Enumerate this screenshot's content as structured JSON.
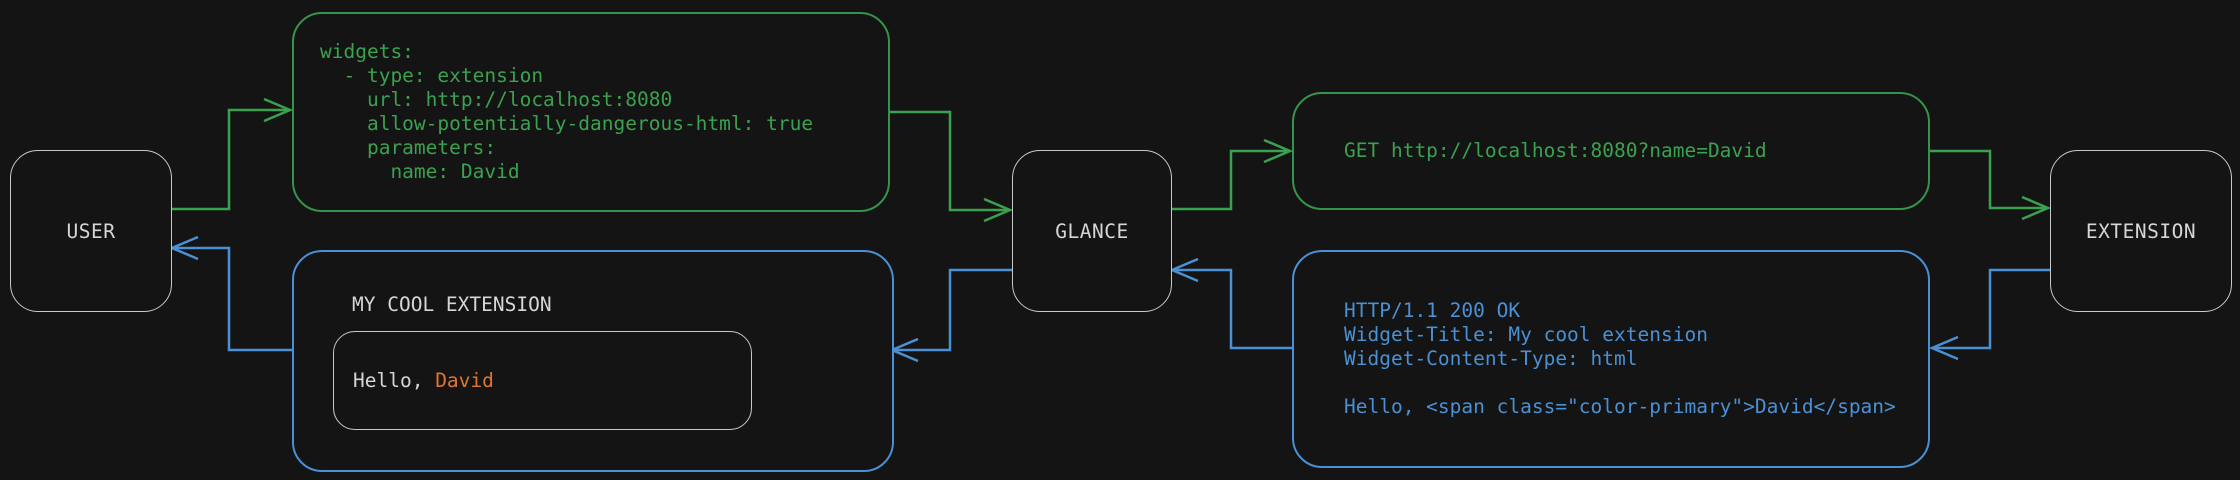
{
  "diagram": {
    "nodes": {
      "user": {
        "label": "USER"
      },
      "glance": {
        "label": "GLANCE"
      },
      "extension": {
        "label": "EXTENSION"
      }
    },
    "messages": {
      "config_yaml": {
        "lines": [
          "widgets:",
          "  - type: extension",
          "    url: http://localhost:8080",
          "    allow-potentially-dangerous-html: true",
          "    parameters:",
          "      name: David"
        ]
      },
      "request": {
        "text": "GET http://localhost:8080?name=David"
      },
      "response": {
        "lines": [
          "HTTP/1.1 200 OK",
          "Widget-Title: My cool extension",
          "Widget-Content-Type: html",
          "",
          "Hello, <span class=\"color-primary\">David</span>"
        ]
      },
      "preview": {
        "title": "MY COOL EXTENSION",
        "greeting_plain": "Hello, ",
        "greeting_name": "David"
      }
    },
    "colors": {
      "background": "#141414",
      "request_green": "#3aa24e",
      "response_blue": "#4a90d4",
      "accent_orange": "#e0762d",
      "node_border": "#c9c9c9",
      "text_light": "#d6d6d6"
    }
  }
}
